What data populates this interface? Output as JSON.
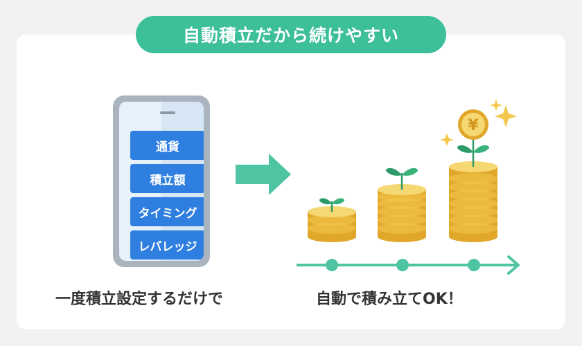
{
  "title": "自動積立だから続けやすい",
  "phone": {
    "options": [
      "通貨",
      "積立額",
      "タイミング",
      "レバレッジ"
    ]
  },
  "left_caption": "一度積立設定するだけで",
  "right_caption": "自動で積み立てOK！",
  "coin_symbol": "¥",
  "colors": {
    "accent": "#3dbf9a",
    "button": "#2f7fe0",
    "coin": "#f2c94c",
    "coin_dark": "#e0a72a",
    "leaf": "#2e9a6a",
    "sparkle": "#f2c94c"
  },
  "icons": [
    "right-arrow-icon",
    "coin-stack-icon",
    "sprout-icon",
    "yen-coin-icon",
    "sparkle-icon",
    "timeline-icon"
  ]
}
